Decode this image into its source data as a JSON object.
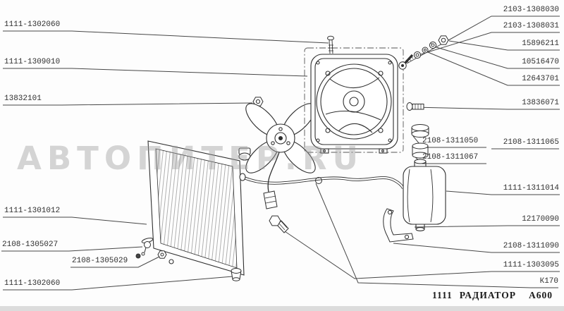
{
  "diagram": {
    "watermark": "АВТОПИТЕР.RU",
    "footer": {
      "model": "1111",
      "title": "РАДИАТОР",
      "code": "А600"
    }
  },
  "labels": {
    "left": [
      {
        "text": "1111-1302060"
      },
      {
        "text": "1111-1309010"
      },
      {
        "text": "13832101"
      },
      {
        "text": "1111-1301012"
      },
      {
        "text": "2108-1305027"
      },
      {
        "text": "2108-1305029"
      },
      {
        "text": "1111-1302060"
      }
    ],
    "middle": [
      {
        "text": "2108-1311050"
      },
      {
        "text": "2108-1311067"
      }
    ],
    "right": [
      {
        "text": "2103-1308030"
      },
      {
        "text": "2103-1308031"
      },
      {
        "text": "15896211"
      },
      {
        "text": "10516470"
      },
      {
        "text": "12643701"
      },
      {
        "text": "13836071"
      },
      {
        "text": "2108-1311065"
      },
      {
        "text": "1111-1311014"
      },
      {
        "text": "12170090"
      },
      {
        "text": "2108-1311090"
      },
      {
        "text": "1111-1303095"
      },
      {
        "text": "К170"
      }
    ]
  },
  "colors": {
    "ink": "#2f2f2f",
    "watermark": "#9e9e9e"
  }
}
